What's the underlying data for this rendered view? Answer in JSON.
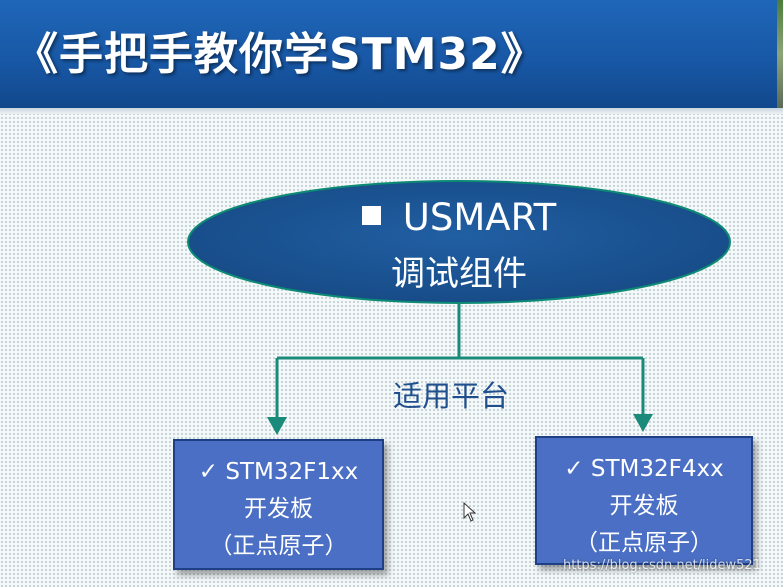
{
  "slide": {
    "title": "《手把手教你学STM32》",
    "component": {
      "name": "USMART",
      "subtitle": "调试组件",
      "bullet_icon": "square-bullet-icon"
    },
    "platform_label": "适用平台",
    "boards": [
      {
        "check_icon": "✓",
        "model": "STM32F1xx",
        "type": "开发板",
        "vendor": "（正点原子）"
      },
      {
        "check_icon": "✓",
        "model": "STM32F4xx",
        "type": "开发板",
        "vendor": "（正点原子）"
      }
    ],
    "watermark": "https://blog.csdn.net/lidew521"
  },
  "colors": {
    "header": "#1a5cab",
    "ellipse_fill": "#1c5597",
    "connector": "#1a8a7a",
    "board_fill": "#4a6fc4",
    "label_text": "#1f4f8c"
  }
}
